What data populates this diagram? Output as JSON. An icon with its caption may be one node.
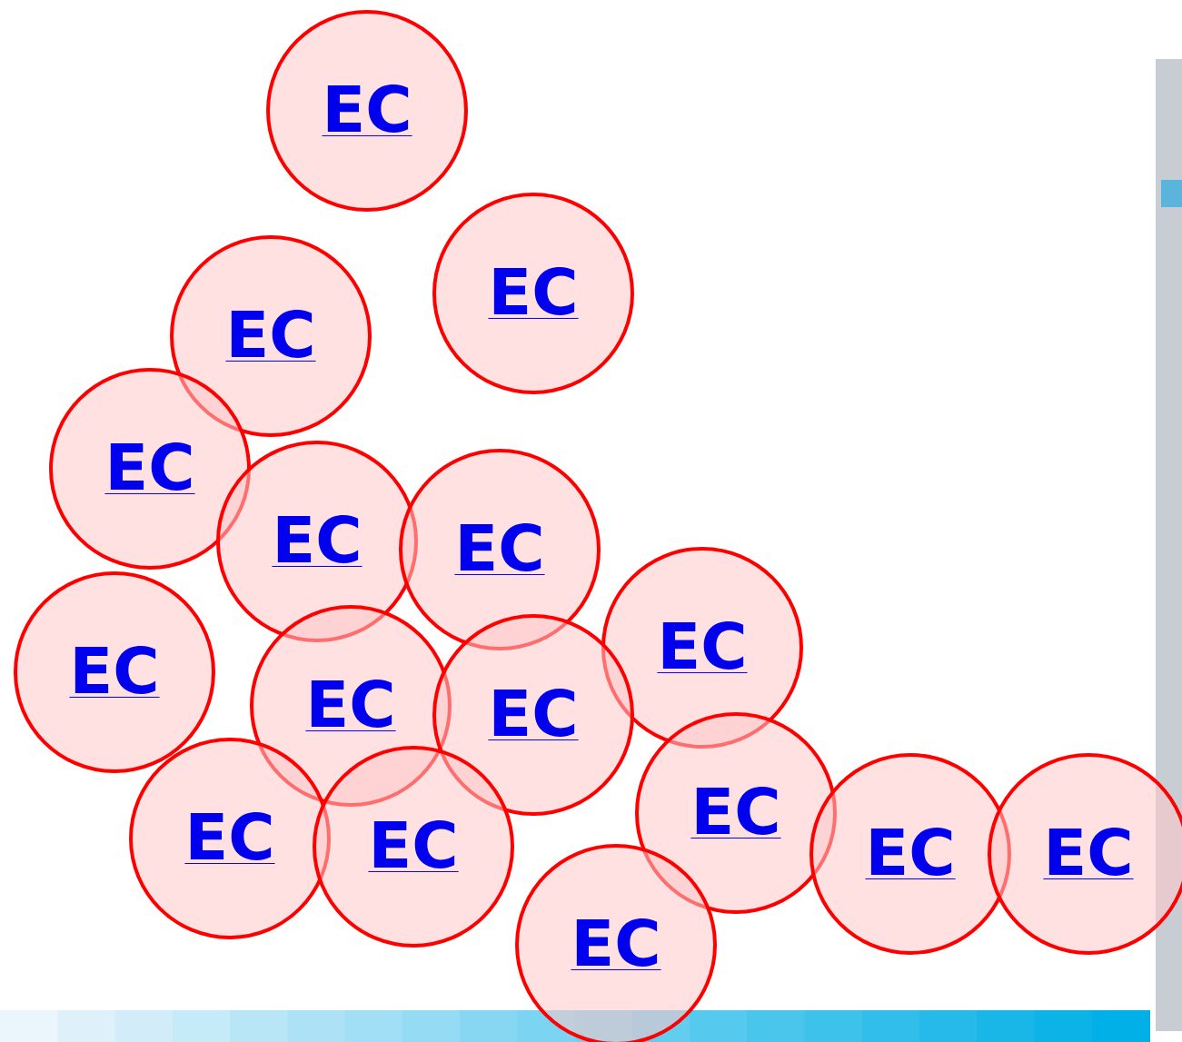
{
  "diagram": {
    "nodes": [
      {
        "text": [
          "EC"
        ]
      },
      {
        "text": [
          "EC"
        ]
      },
      {
        "text": [
          "EC"
        ]
      },
      {
        "text": [
          "EC"
        ]
      },
      {
        "text": [
          "EC"
        ]
      },
      {
        "text": [
          "EC"
        ]
      },
      {
        "text": [
          "EC"
        ]
      },
      {
        "text": [
          "EC"
        ]
      },
      {
        "text": [
          "EC"
        ]
      },
      {
        "text": [
          "EC"
        ]
      },
      {
        "text": [
          "EC"
        ]
      },
      {
        "text": [
          "EC"
        ]
      },
      {
        "text": [
          "EC"
        ]
      },
      {
        "text": [
          "EC"
        ]
      },
      {
        "text": [
          "EC"
        ]
      },
      {
        "text": [
          "EC"
        ]
      }
    ]
  }
}
